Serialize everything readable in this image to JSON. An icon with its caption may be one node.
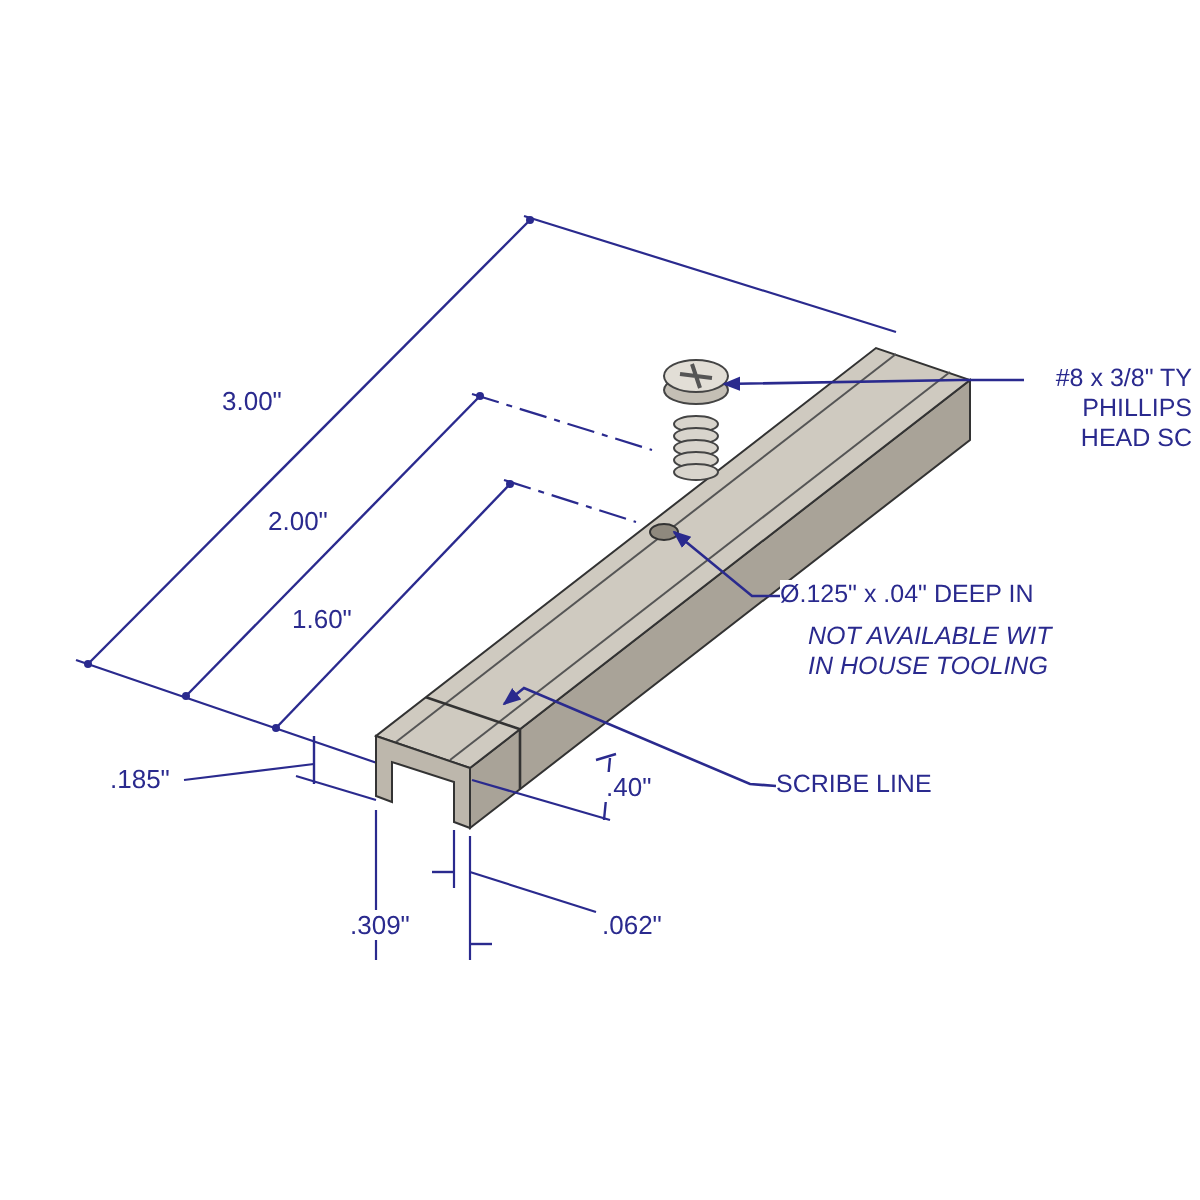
{
  "diagram": {
    "nodes": [
      {
        "text": [
          "#8 x 3/8\" TY PHILLIPS HEAD SC"
        ]
      },
      {
        "text": [],
        "shape": "picture"
      },
      {
        "text": [
          "Ø.125\" x .04\" DEEP IN",
          "NOT AVAILABLE WIT IN HOUSE TOOLING"
        ]
      },
      {
        "text": [],
        "shape": "circle"
      },
      {
        "text": [
          "SCRIBE LINE"
        ]
      }
    ],
    "edges": [
      {
        "from": 0,
        "to": 1,
        "arrow": "to"
      },
      {
        "from": 2,
        "to": 3,
        "arrow": "to"
      },
      {
        "from": 4,
        "to": null,
        "arrow": "to"
      }
    ],
    "labels": [
      "3.00\"",
      "2.00\"",
      "1.60\"",
      ".185\"",
      ".40\"",
      ".309\"",
      ".062\""
    ]
  }
}
